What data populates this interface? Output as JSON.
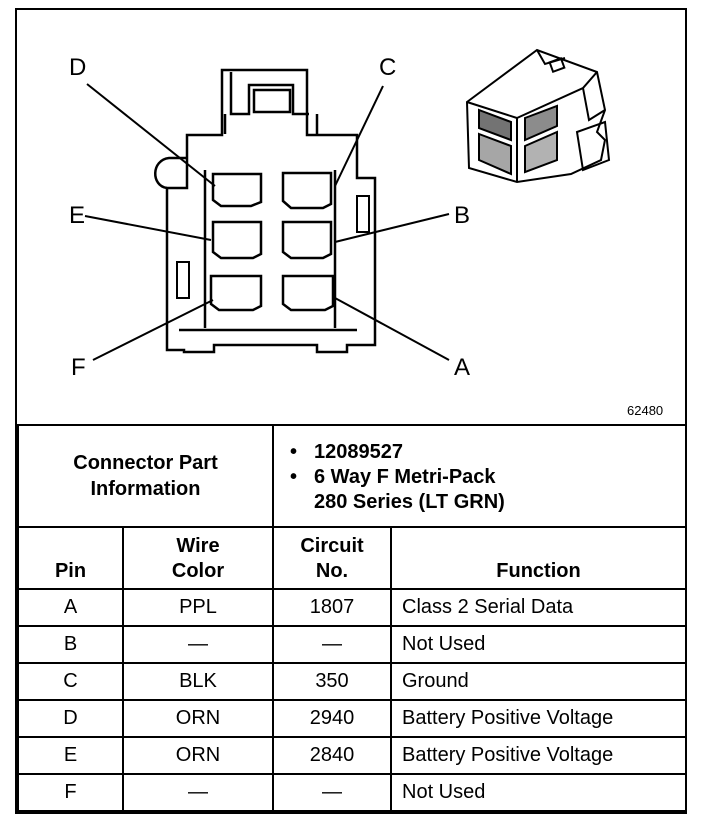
{
  "figure_number": "62480",
  "pin_labels": [
    "A",
    "B",
    "C",
    "D",
    "E",
    "F"
  ],
  "connector_info": {
    "label_line1": "Connector Part",
    "label_line2": "Information",
    "part_number": "12089527",
    "description_line1": "6 Way F Metri-Pack",
    "description_line2": "280 Series (LT GRN)"
  },
  "columns": {
    "pin": "Pin",
    "wire_line1": "Wire",
    "wire_line2": "Color",
    "circuit_line1": "Circuit",
    "circuit_line2": "No.",
    "function": "Function"
  },
  "rows": [
    {
      "pin": "A",
      "wire": "PPL",
      "circuit": "1807",
      "function": "Class 2 Serial Data"
    },
    {
      "pin": "B",
      "wire": "—",
      "circuit": "—",
      "function": "Not Used"
    },
    {
      "pin": "C",
      "wire": "BLK",
      "circuit": "350",
      "function": "Ground"
    },
    {
      "pin": "D",
      "wire": "ORN",
      "circuit": "2940",
      "function": "Battery Positive Voltage"
    },
    {
      "pin": "E",
      "wire": "ORN",
      "circuit": "2840",
      "function": "Battery Positive Voltage"
    },
    {
      "pin": "F",
      "wire": "—",
      "circuit": "—",
      "function": "Not Used"
    }
  ]
}
